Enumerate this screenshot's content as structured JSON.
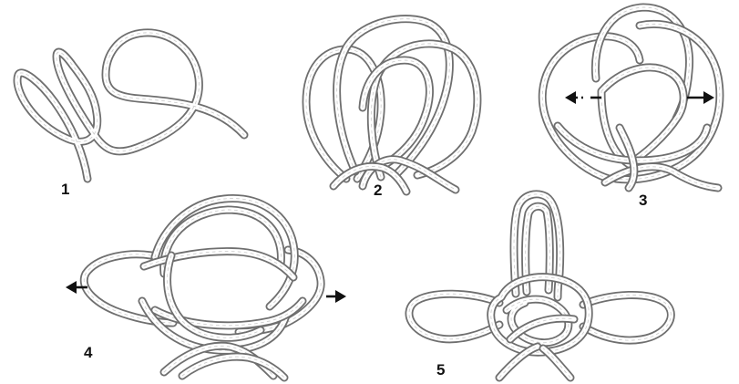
{
  "diagram": {
    "steps": [
      {
        "number": "1"
      },
      {
        "number": "2"
      },
      {
        "number": "3"
      },
      {
        "number": "4"
      },
      {
        "number": "5"
      }
    ],
    "colors": {
      "rope_outline": "#6f6f6f",
      "rope_fill": "#ffffff",
      "arrow": "#111111",
      "label": "#111111",
      "background": "#ffffff"
    }
  }
}
